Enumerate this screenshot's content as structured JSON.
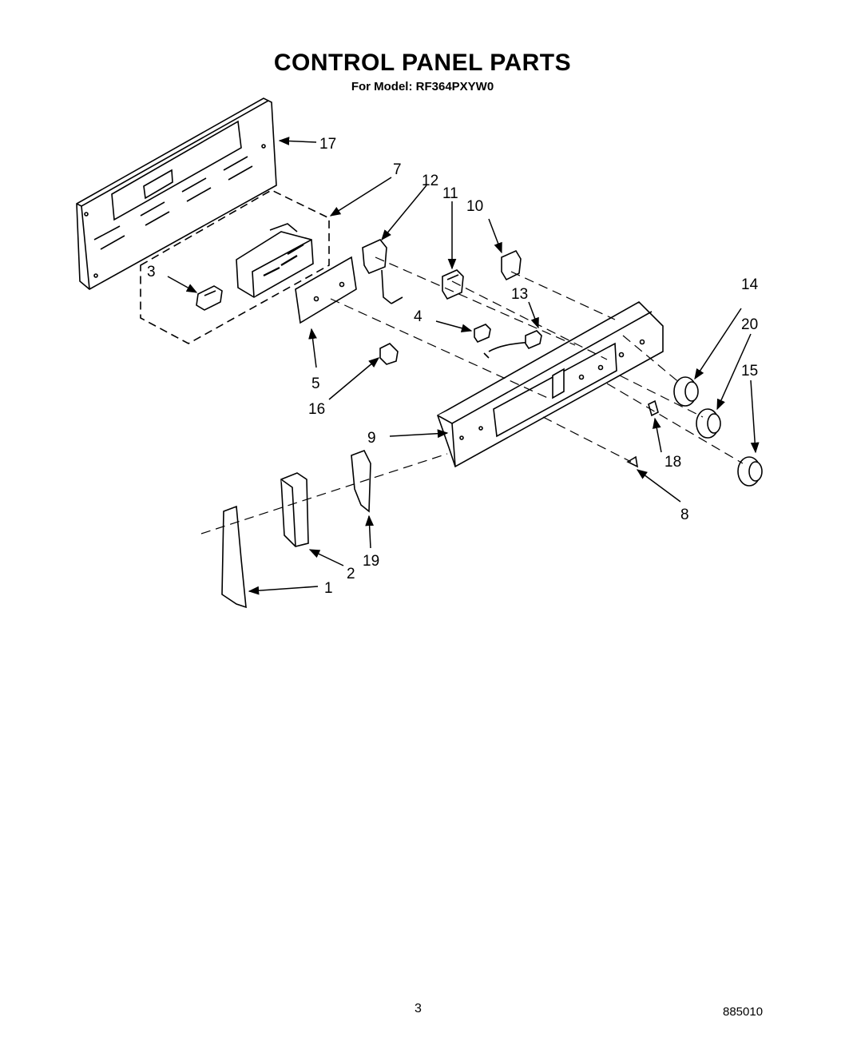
{
  "page": {
    "title": "CONTROL PANEL PARTS",
    "subtitle": "For Model: RF364PXYW0",
    "page_number": "3",
    "document_number": "885010"
  },
  "callouts": {
    "c1": "1",
    "c2": "2",
    "c3": "3",
    "c4": "4",
    "c5": "5",
    "c7": "7",
    "c8": "8",
    "c9": "9",
    "c10": "10",
    "c11": "11",
    "c12": "12",
    "c13": "13",
    "c14": "14",
    "c15": "15",
    "c16": "16",
    "c17": "17",
    "c18": "18",
    "c19": "19",
    "c20": "20"
  }
}
